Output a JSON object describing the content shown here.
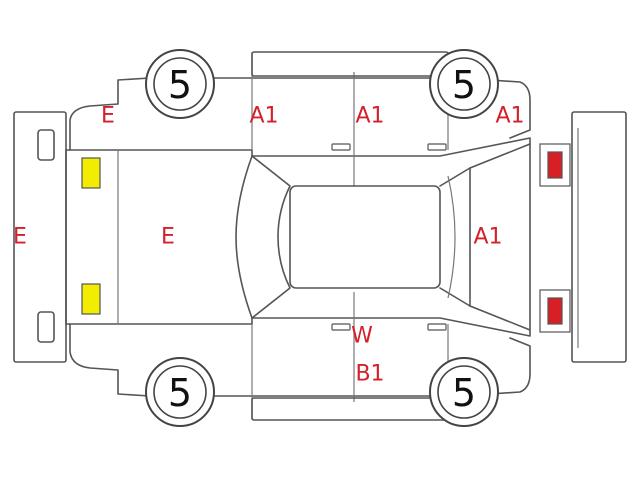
{
  "tire_depth": {
    "front_left": "5",
    "front_right": "5",
    "rear_left": "5",
    "rear_right": "5"
  },
  "damage_codes": {
    "front_bumper": "E",
    "front_left_fender": "E",
    "hood": "E",
    "roof_front_right_door": "A1",
    "rear_right_door": "A1",
    "rear_right_quarter": "A1",
    "rear_glass": "A1",
    "rear_left_door_top": "W",
    "rear_left_door_bottom": "B1"
  },
  "colors": {
    "code_red": "#d3202a",
    "headlamp_yellow": "#f1ec00",
    "taillamp_red": "#d91f26",
    "outline": "#555555"
  }
}
